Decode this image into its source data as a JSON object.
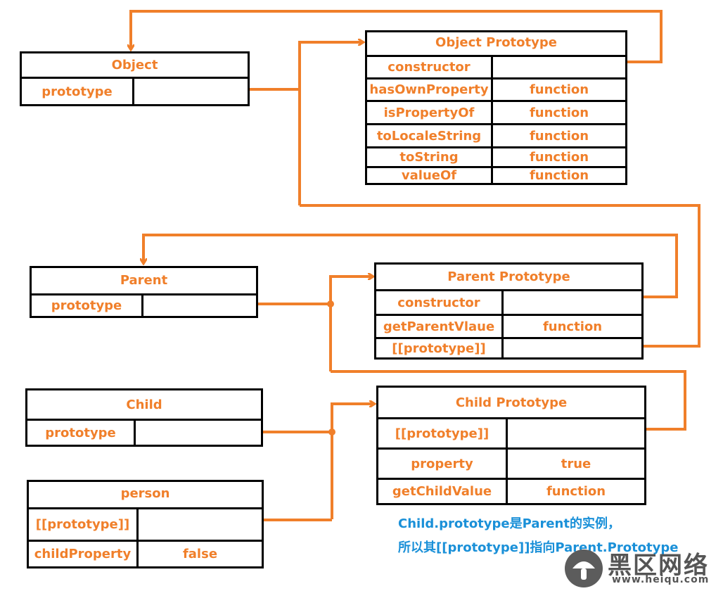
{
  "colors": {
    "accent": "#f07f2a",
    "border": "#000000",
    "note": "#1a90d8"
  },
  "object_box": {
    "title": "Object",
    "rows": [
      {
        "key": "prototype",
        "value": ""
      }
    ]
  },
  "object_proto_box": {
    "title": "Object Prototype",
    "rows": [
      {
        "key": "constructor",
        "value": ""
      },
      {
        "key": "hasOwnProperty",
        "value": "function"
      },
      {
        "key": "isPropertyOf",
        "value": "function"
      },
      {
        "key": "toLocaleString",
        "value": "function"
      },
      {
        "key": "toString",
        "value": "function"
      },
      {
        "key": "valueOf",
        "value": "function"
      }
    ]
  },
  "parent_box": {
    "title": "Parent",
    "rows": [
      {
        "key": "prototype",
        "value": ""
      }
    ]
  },
  "parent_proto_box": {
    "title": "Parent Prototype",
    "rows": [
      {
        "key": "constructor",
        "value": ""
      },
      {
        "key": "getParentVlaue",
        "value": "function"
      },
      {
        "key": "[[prototype]]",
        "value": ""
      }
    ]
  },
  "child_box": {
    "title": "Child",
    "rows": [
      {
        "key": "prototype",
        "value": ""
      }
    ]
  },
  "person_box": {
    "title": "person",
    "rows": [
      {
        "key": "[[prototype]]",
        "value": ""
      },
      {
        "key": "childProperty",
        "value": "false"
      }
    ]
  },
  "child_proto_box": {
    "title": "Child Prototype",
    "rows": [
      {
        "key": "[[prototype]]",
        "value": ""
      },
      {
        "key": "property",
        "value": "true"
      },
      {
        "key": "getChildValue",
        "value": "function"
      }
    ]
  },
  "note": {
    "line1": "Child.prototype是Parent的实例，",
    "line2": "所以其[[prototype]]指向Parent.Prototype"
  },
  "watermark": {
    "title": "黑区网络",
    "url": "www.heiqu.com"
  }
}
